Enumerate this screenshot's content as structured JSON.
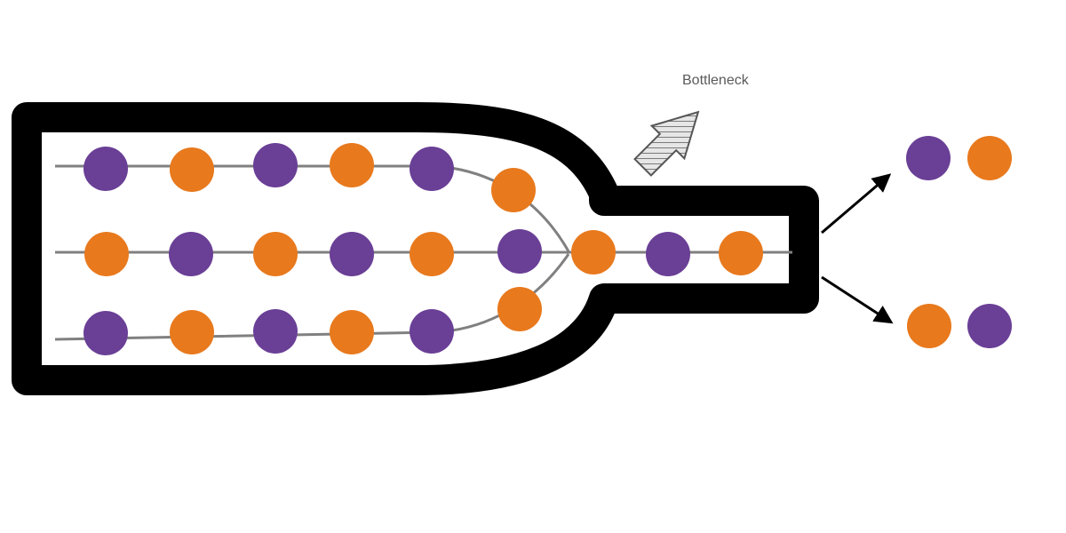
{
  "diagram": {
    "callout": {
      "label": "Bottleneck"
    },
    "colors": {
      "purple": "#6a3f96",
      "orange": "#e8791d",
      "bottle": "#000000",
      "track": "#808080",
      "arrow_fill": "#cfcfcf",
      "background": "#ffffff"
    },
    "rows": [
      [
        "purple",
        "orange",
        "purple",
        "orange",
        "purple",
        "orange"
      ],
      [
        "orange",
        "purple",
        "orange",
        "purple",
        "orange",
        "purple",
        "orange",
        "purple",
        "orange"
      ],
      [
        "purple",
        "orange",
        "purple",
        "orange",
        "purple",
        "orange"
      ]
    ],
    "outputs": [
      [
        "purple",
        "orange"
      ],
      [
        "orange",
        "purple"
      ]
    ]
  }
}
